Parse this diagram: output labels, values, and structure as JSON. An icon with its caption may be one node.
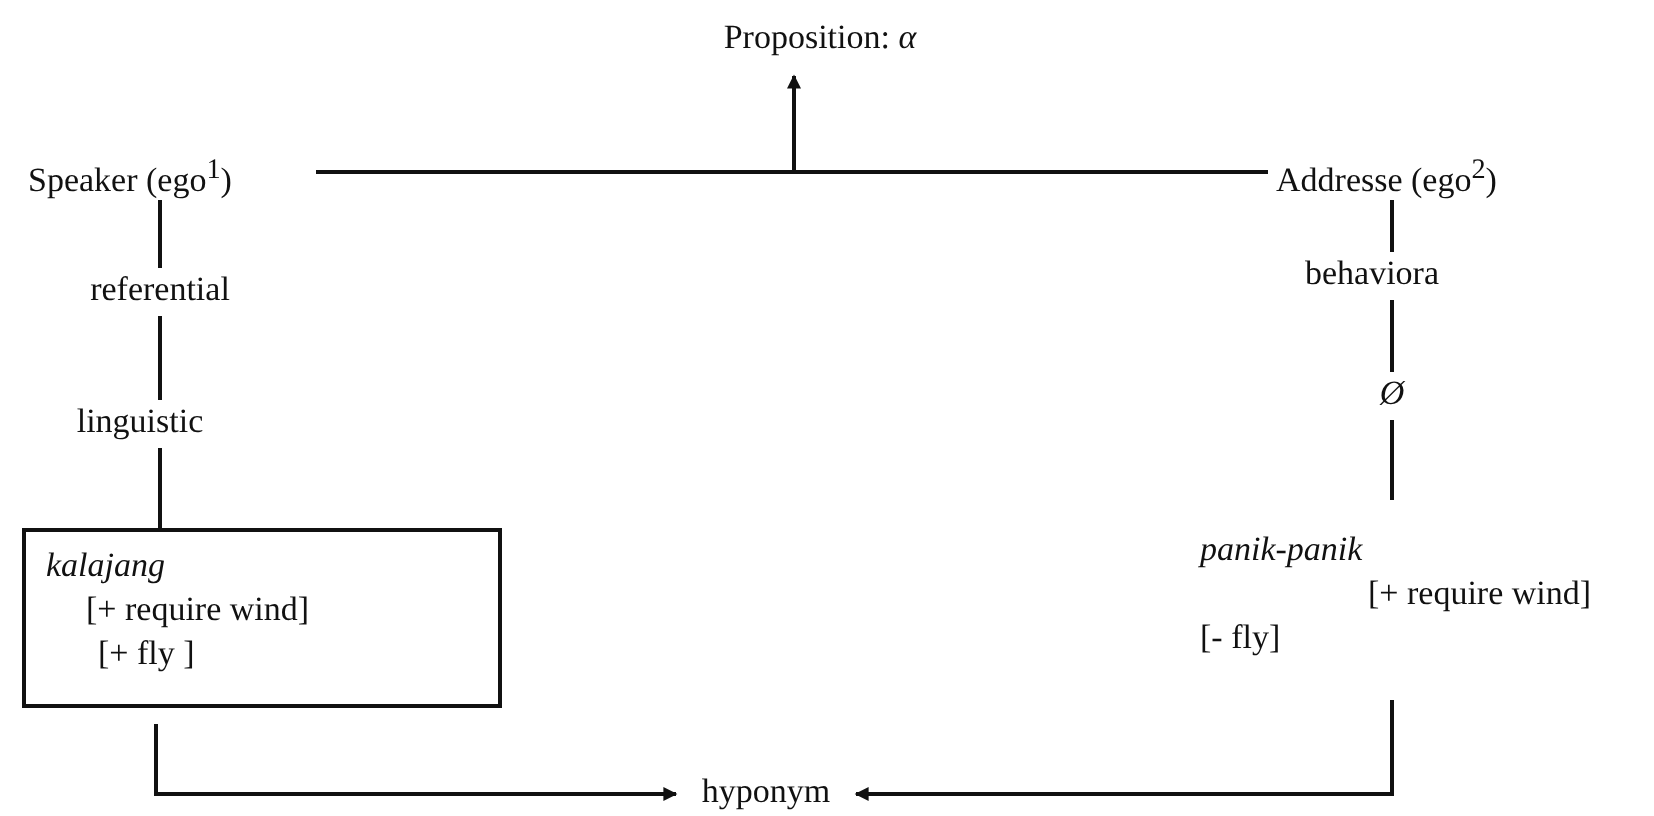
{
  "diagram": {
    "nodes": [
      {
        "text": [
          "Proposition: *α*"
        ]
      },
      {
        "text": [
          "Speaker (ego$^{1}$)"
        ]
      },
      {
        "text": [
          "Addresse (ego$^{2}$)"
        ]
      },
      {
        "text": [
          "referential"
        ]
      },
      {
        "text": [
          "linguistic"
        ]
      },
      {
        "text": [
          "kalajang",
          "[+ require wind]",
          "[+ fly ]"
        ]
      },
      {
        "text": [
          "behaviora"
        ]
      },
      {
        "text": [
          "Ø"
        ]
      },
      {
        "text": [
          "panik-panik",
          "[+ require wind]",
          "[- fly]"
        ]
      },
      {
        "text": [
          "hyponym"
        ]
      }
    ],
    "edges": [
      {
        "from": 1,
        "to": 2,
        "arrow": "none"
      },
      {
        "from": null,
        "to": 0,
        "arrow": "to"
      },
      {
        "from": 1,
        "to": 3,
        "arrow": "none"
      },
      {
        "from": 3,
        "to": 4,
        "arrow": "none"
      },
      {
        "from": 4,
        "to": 5,
        "arrow": "none"
      },
      {
        "from": 2,
        "to": 6,
        "arrow": "none"
      },
      {
        "from": 6,
        "to": 7,
        "arrow": "none"
      },
      {
        "from": 7,
        "to": 8,
        "arrow": "none"
      },
      {
        "from": 5,
        "to": 9,
        "arrow": "to"
      },
      {
        "from": 8,
        "to": 9,
        "arrow": "to"
      }
    ]
  }
}
